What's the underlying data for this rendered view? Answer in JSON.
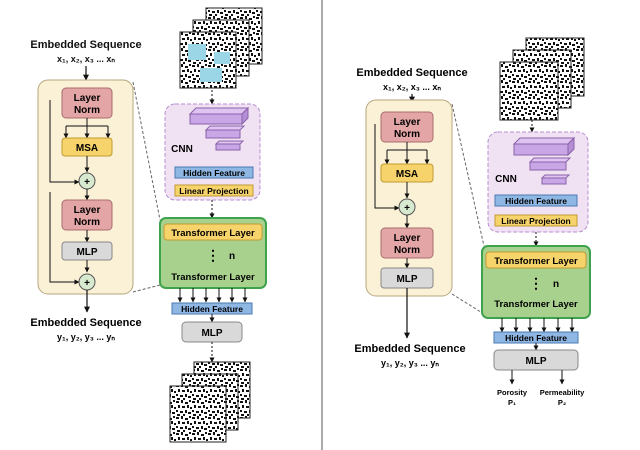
{
  "colors": {
    "encoder_bg": "#fbf1d6",
    "encoder_border": "#b7a67e",
    "layernorm": "#e3a5a5",
    "msa": "#f7d36c",
    "mlp": "#d9d9d9",
    "plus": "#d7ead0",
    "hidden_feature": "#8fb7e4",
    "linear_projection": "#f7d36c",
    "cnn_bg": "#f1e2f3",
    "cnn_border": "#b68ed0",
    "cnn_prism": "#c9a6e6",
    "transformer_bg": "#a9d18e",
    "transformer_border": "#3fa34d",
    "transformer_layer": "#f7d36c",
    "mask": "#9ad6e6",
    "divider": "#555555"
  },
  "left": {
    "top_sequence_title": "Embedded Sequence",
    "top_sequence_vars": "x₁, x₂, x₃ ... xₙ",
    "bottom_sequence_title": "Embedded Sequence",
    "bottom_sequence_vars": "y₁, y₂, y₃ ... yₙ",
    "layer_norm_1_line1": "Layer",
    "layer_norm_1_line2": "Norm",
    "msa": "MSA",
    "plus_1": "+",
    "layer_norm_2_line1": "Layer",
    "layer_norm_2_line2": "Norm",
    "mlp_block": "MLP",
    "plus_2": "+",
    "cnn_label": "CNN",
    "hidden_feature_top": "Hidden Feature",
    "linear_projection": "Linear Projection",
    "transformer_layer_top": "Transformer Layer",
    "ellipsis": "⋮",
    "n_label": "n",
    "transformer_layer_bottom": "Transformer Layer",
    "hidden_feature_bottom": "Hidden Feature",
    "mlp_head": "MLP"
  },
  "right": {
    "top_sequence_title": "Embedded Sequence",
    "top_sequence_vars": "x₁, x₂, x₃ ... xₙ",
    "bottom_sequence_title": "Embedded Sequence",
    "bottom_sequence_vars": "y₁, y₂, y₃ ... yₙ",
    "layer_norm_1_line1": "Layer",
    "layer_norm_1_line2": "Norm",
    "msa": "MSA",
    "plus_1": "+",
    "layer_norm_2_line1": "Layer",
    "layer_norm_2_line2": "Norm",
    "mlp_block": "MLP",
    "cnn_label": "CNN",
    "hidden_feature_top": "Hidden Feature",
    "linear_projection": "Linear Projection",
    "transformer_layer_top": "Transformer Layer",
    "ellipsis": "⋮",
    "n_label": "n",
    "transformer_layer_bottom": "Transformer Layer",
    "hidden_feature_bottom": "Hidden Feature",
    "mlp_head": "MLP",
    "porosity_line1": "Porosity",
    "porosity_line2": "P₁",
    "permeability_line1": "Permeability",
    "permeability_line2": "P₂"
  }
}
